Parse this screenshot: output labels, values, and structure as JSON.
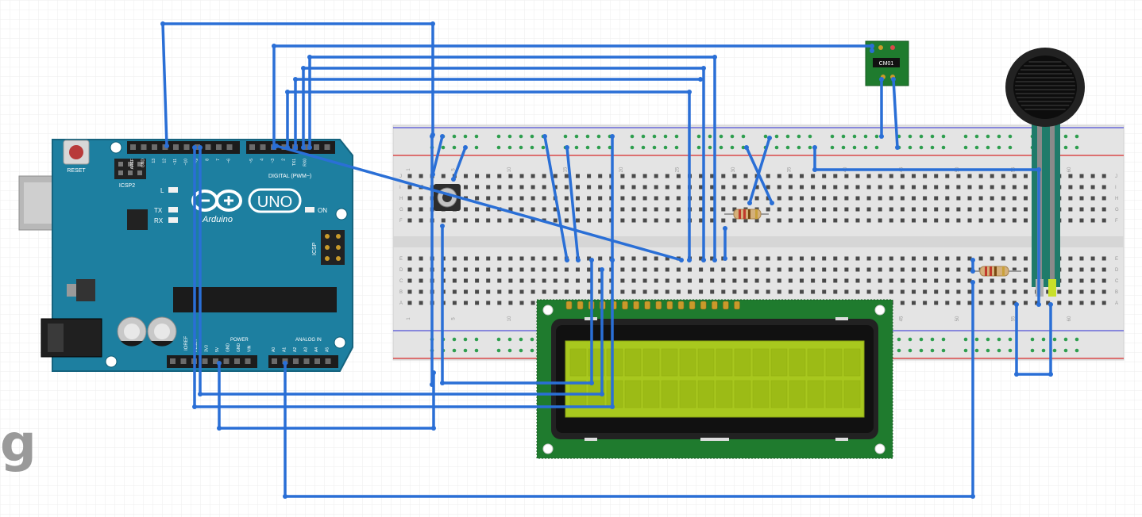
{
  "watermark": "g",
  "arduino": {
    "reset_label": "RESET",
    "icsp2_label": "ICSP2",
    "icsp_label": "ICSP",
    "logo_text": "Arduino",
    "model_label": "UNO",
    "led_l": "L",
    "led_tx": "TX",
    "led_rx": "RX",
    "led_on": "ON",
    "digital_label": "DIGITAL (PWM~)",
    "power_label": "POWER",
    "analog_label": "ANALOG IN",
    "ioref_label": "IOREF",
    "top_header_labels": [
      "AREF",
      "GND",
      "13",
      "12",
      "~11",
      "~10",
      "~9",
      "8",
      "7",
      "~6",
      "~5",
      "4",
      "~3",
      "2",
      "TX1",
      "RX0"
    ],
    "power_pin_labels": [
      "RESET",
      "3V3",
      "5V",
      "GND",
      "GND",
      "VIN"
    ],
    "analog_pin_labels": [
      "A0",
      "A1",
      "A2",
      "A3",
      "A4",
      "A5"
    ]
  },
  "breadboard": {
    "column_numbers": [
      "1",
      "5",
      "10",
      "15",
      "20",
      "25",
      "30",
      "35",
      "40",
      "45",
      "50",
      "55",
      "60"
    ],
    "row_letters_top": [
      "J",
      "I",
      "H",
      "G",
      "F"
    ],
    "row_letters_bottom": [
      "E",
      "D",
      "C",
      "B",
      "A"
    ]
  },
  "sensor_module": {
    "chip_label": "CM01"
  },
  "colors": {
    "wire": "#2a6fd6",
    "board": "#1d7fa0",
    "breadboard": "#e6e6e6",
    "lcd_pcb": "#1f7b2e",
    "lcd_screen": "#a8c81e",
    "rail_red": "#d94a4a",
    "rail_blue": "#6a6ad9"
  }
}
